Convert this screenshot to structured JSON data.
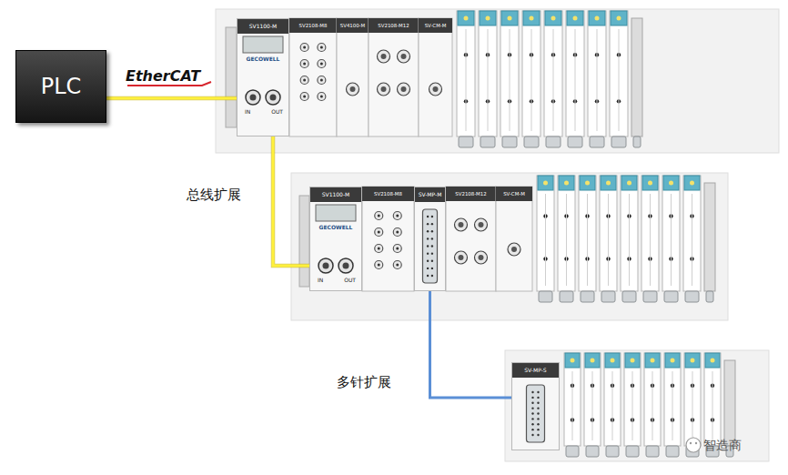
{
  "diagram": {
    "nodes": [
      {
        "text": [
          "PLC"
        ]
      },
      {
        "text": [
          "SV1100-M",
          "GECOWELL",
          "IN",
          "OUT"
        ]
      },
      {
        "text": [
          "SV1100-M",
          "GECOWELL",
          "IN",
          "OUT"
        ]
      },
      {
        "text": [
          "SV-MP-M"
        ]
      },
      {
        "text": [
          "SV-MP-S"
        ]
      }
    ],
    "edges": [
      {
        "from": 0,
        "to": 1,
        "label": "EtherCAT",
        "arrow": "none"
      },
      {
        "from": 1,
        "to": 2,
        "label": "总线扩展",
        "arrow": "none"
      },
      {
        "from": 3,
        "to": 4,
        "label": "多针扩展",
        "arrow": "none"
      }
    ],
    "labels": [
      "SV2108-M8",
      "SV4100-M",
      "SV2108-M12",
      "SV-CM-M",
      "SV2108-M8",
      "SV2108-M12",
      "SV-CM-M",
      "智造商"
    ]
  }
}
